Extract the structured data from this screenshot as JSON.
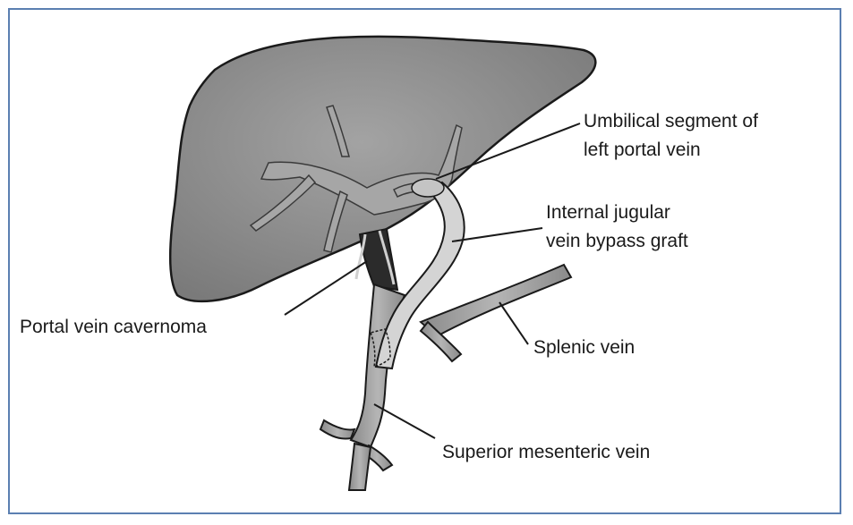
{
  "colors": {
    "border": "#5b7fb1",
    "liver_fill": "#8c8c8c",
    "vessel_fill": "#9e9e9e",
    "graft_fill": "#d4d4d4",
    "outline": "#1a1a1a"
  },
  "labels": {
    "umbilical": [
      "Umbilical segment of",
      "left portal vein"
    ],
    "graft": [
      "Internal jugular",
      "vein bypass graft"
    ],
    "cavernoma": "Portal vein cavernoma",
    "splenic": "Splenic vein",
    "smv": "Superior mesenteric vein"
  }
}
